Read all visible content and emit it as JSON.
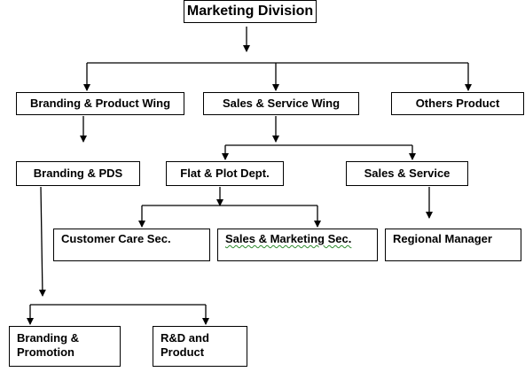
{
  "org": {
    "root": "Marketing Division",
    "level1": {
      "branding_product_wing": "Branding & Product Wing",
      "sales_service_wing": "Sales & Service Wing",
      "others_product": "Others Product"
    },
    "level2": {
      "branding_pds": "Branding & PDS",
      "flat_plot_dept": "Flat & Plot Dept.",
      "sales_service": "Sales & Service"
    },
    "level3": {
      "customer_care": "Customer Care Sec.",
      "sales_marketing": "Sales & Marketing Sec.",
      "regional_manager": "Regional Manager"
    },
    "level4": {
      "branding_promotion_line1": "Branding &",
      "branding_promotion_line2": "Promotion",
      "rd_product_line1": "R&D and",
      "rd_product_line2": "Product"
    }
  }
}
